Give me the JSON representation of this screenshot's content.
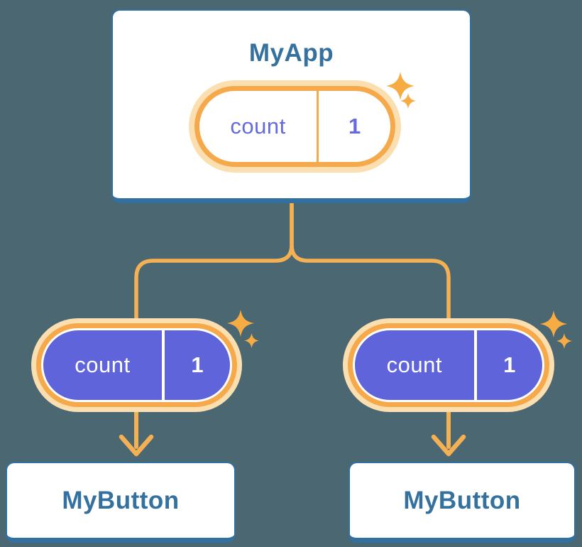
{
  "colors": {
    "bg": "#4B6772",
    "card_bg": "#FFFFFF",
    "card_border": "#31709F",
    "card_text": "#35719F",
    "pill_halo": "#FBDFB0",
    "pill_ring": "#F6A94A",
    "pill_fill": "#5F64DA",
    "pill_text_root": "#656BDD",
    "pill_text_child": "#FFFFFF",
    "connector": "#F6B054",
    "sparkle": "#F6AC43"
  },
  "root": {
    "title": "MyApp",
    "state": {
      "name": "count",
      "value": "1"
    }
  },
  "children": [
    {
      "title": "MyButton",
      "state": {
        "name": "count",
        "value": "1"
      }
    },
    {
      "title": "MyButton",
      "state": {
        "name": "count",
        "value": "1"
      }
    }
  ]
}
